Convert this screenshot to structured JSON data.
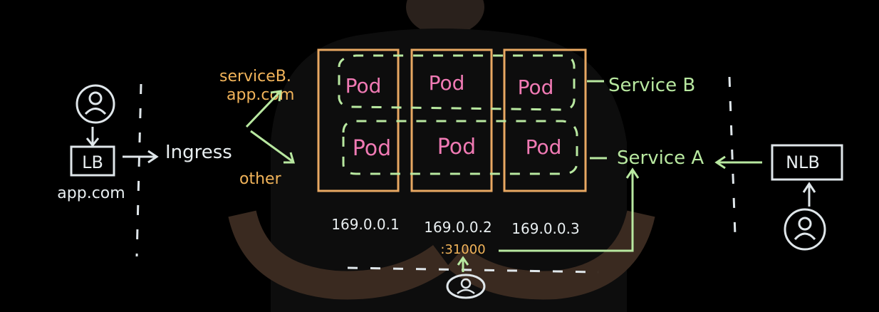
{
  "colors": {
    "background": "#000000",
    "node_box": "#e8a862",
    "pod_text": "#f07ab4",
    "service_text": "#b8e8a0",
    "chalk_white": "#e8eef0",
    "route_text": "#f2b45a"
  },
  "left": {
    "user_icon": "user-icon",
    "lb_label": "LB",
    "lb_host": "app.com",
    "ingress_label": "Ingress",
    "route_service_b": "serviceB.",
    "route_service_b_host": "app.com",
    "route_other": "other"
  },
  "nodes": [
    {
      "ip": "169.0.0.1",
      "pods": [
        "Pod",
        "Pod"
      ]
    },
    {
      "ip": "169.0.0.2",
      "pods": [
        "Pod",
        "Pod"
      ]
    },
    {
      "ip": "169.0.0.3",
      "pods": [
        "Pod",
        "Pod"
      ]
    }
  ],
  "services": {
    "service_b": "Service B",
    "service_a": "Service A"
  },
  "right": {
    "nlb_label": "NLB",
    "user_icon": "user-icon"
  },
  "bottom": {
    "nodeport": ":31000",
    "user_icon": "user-icon"
  }
}
